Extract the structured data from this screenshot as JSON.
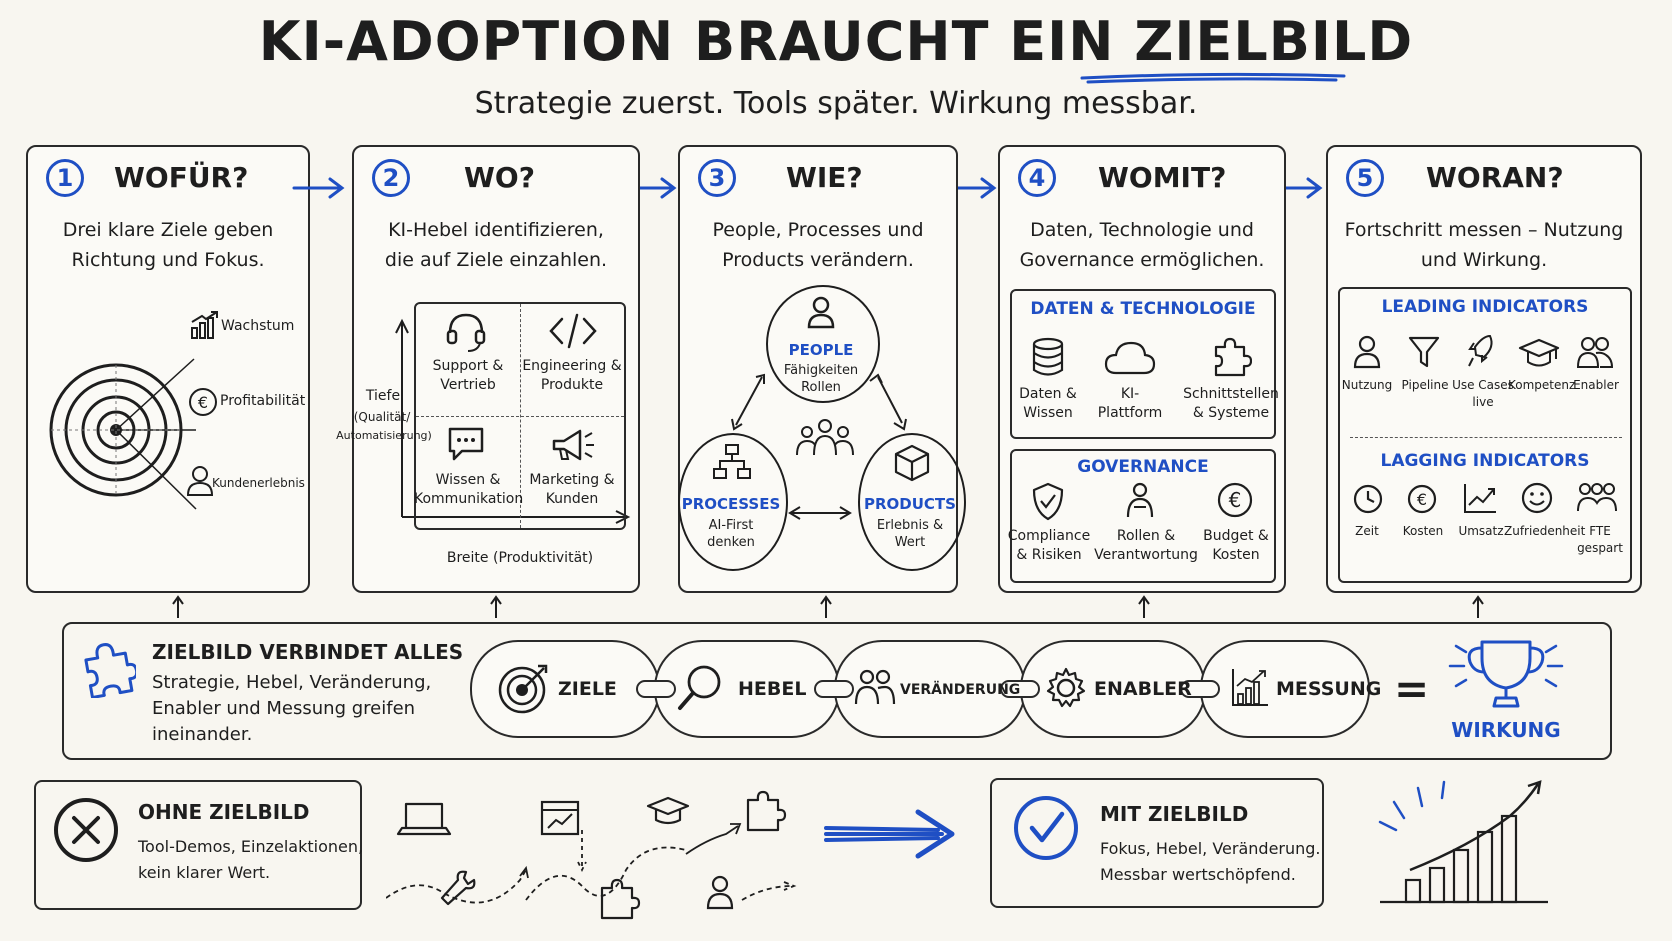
{
  "title": "KI-ADOPTION BRAUCHT EIN ZIELBILD",
  "subtitle": "Strategie zuerst. Tools später. Wirkung messbar.",
  "steps": [
    {
      "num": "1",
      "question": "WOFÜR?",
      "desc1": "Drei klare Ziele geben",
      "desc2": "Richtung und Fokus.",
      "goals": [
        "Wachstum",
        "Profitabilität",
        "Kundenerlebnis"
      ]
    },
    {
      "num": "2",
      "question": "WO?",
      "desc1": "KI-Hebel identifizieren,",
      "desc2": "die auf Ziele einzahlen.",
      "quadrants": [
        {
          "l1": "Support &",
          "l2": "Vertrieb"
        },
        {
          "l1": "Engineering &",
          "l2": "Produkte"
        },
        {
          "l1": "Wissen &",
          "l2": "Kommunikation"
        },
        {
          "l1": "Marketing &",
          "l2": "Kunden"
        }
      ],
      "y_axis_1": "Tiefe",
      "y_axis_2": "(Qualität/",
      "y_axis_3": "Automatisierung)",
      "x_axis": "Breite (Produktivität)"
    },
    {
      "num": "3",
      "question": "WIE?",
      "desc1": "People, Processes und",
      "desc2": "Products verändern.",
      "people": {
        "title": "PEOPLE",
        "l1": "Fähigkeiten",
        "l2": "Rollen"
      },
      "processes": {
        "title": "PROCESSES",
        "l1": "AI-First",
        "l2": "denken"
      },
      "products": {
        "title": "PRODUCTS",
        "l1": "Erlebnis &",
        "l2": "Wert"
      }
    },
    {
      "num": "4",
      "question": "WOMIT?",
      "desc1": "Daten, Technologie und",
      "desc2": "Governance ermöglichen.",
      "data_title": "DATEN & TECHNOLOGIE",
      "data_items": [
        {
          "l1": "Daten &",
          "l2": "Wissen"
        },
        {
          "l1": "KI-",
          "l2": "Plattform"
        },
        {
          "l1": "Schnittstellen",
          "l2": "& Systeme"
        }
      ],
      "gov_title": "GOVERNANCE",
      "gov_items": [
        {
          "l1": "Compliance",
          "l2": "& Risiken"
        },
        {
          "l1": "Rollen &",
          "l2": "Verantwortung"
        },
        {
          "l1": "Budget &",
          "l2": "Kosten"
        }
      ]
    },
    {
      "num": "5",
      "question": "WORAN?",
      "desc1": "Fortschritt messen – Nutzung",
      "desc2": "und Wirkung.",
      "leading_title": "LEADING INDICATORS",
      "leading": [
        "Nutzung",
        "Pipeline",
        "Use Cases",
        "Kompetenz",
        "Enabler"
      ],
      "leading_extra": "live",
      "lagging_title": "LAGGING INDICATORS",
      "lagging": [
        "Zeit",
        "Kosten",
        "Umsatz",
        "Zufriedenheit",
        "FTE"
      ],
      "lagging_extra": "gespart"
    }
  ],
  "connect": {
    "title": "ZIELBILD VERBINDET ALLES",
    "l1": "Strategie, Hebel, Veränderung,",
    "l2": "Enabler und Messung greifen",
    "l3": "ineinander.",
    "chain": [
      "ZIELE",
      "HEBEL",
      "VERÄNDERUNG",
      "ENABLER",
      "MESSUNG"
    ],
    "equals": "=",
    "result": "WIRKUNG"
  },
  "without": {
    "title": "OHNE ZIELBILD",
    "l1": "Tool-Demos, Einzelaktionen,",
    "l2": "kein klarer Wert."
  },
  "with": {
    "title": "MIT ZIELBILD",
    "l1": "Fokus, Hebel, Veränderung.",
    "l2": "Messbar wertschöpfend."
  },
  "colors": {
    "accent": "#1f4fc4",
    "ink": "#1e1e1e",
    "paper": "#f8f6f0"
  }
}
